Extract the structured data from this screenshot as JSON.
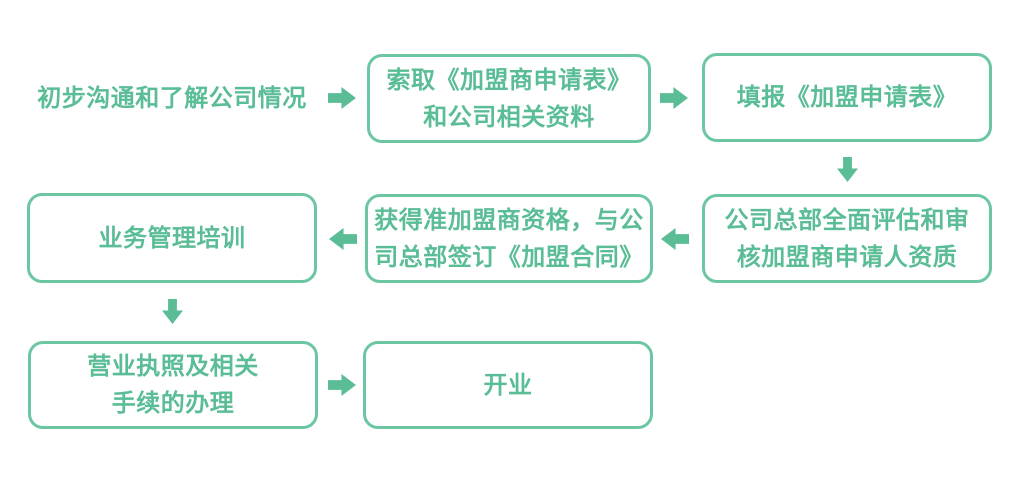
{
  "flowchart": {
    "accent_color": "#5abd95",
    "box_border_color": "#6cc6a1",
    "background_color": "#ffffff",
    "steps": [
      {
        "label": "初步沟通和了解公司情况",
        "boxed": false
      },
      {
        "label": "索取《加盟商申请表》\n和公司相关资料",
        "boxed": true
      },
      {
        "label": "填报《加盟申请表》",
        "boxed": true
      },
      {
        "label": "公司总部全面评估和审\n核加盟商申请人资质",
        "boxed": true
      },
      {
        "label": "获得准加盟商资格，与公\n司总部签订《加盟合同》",
        "boxed": true
      },
      {
        "label": "业务管理培训",
        "boxed": true
      },
      {
        "label": "营业执照及相关\n手续的办理",
        "boxed": true
      },
      {
        "label": "开业",
        "boxed": true
      }
    ],
    "connections": [
      {
        "from": 0,
        "to": 1,
        "direction": "right"
      },
      {
        "from": 1,
        "to": 2,
        "direction": "right"
      },
      {
        "from": 2,
        "to": 3,
        "direction": "down"
      },
      {
        "from": 3,
        "to": 4,
        "direction": "left"
      },
      {
        "from": 4,
        "to": 5,
        "direction": "left"
      },
      {
        "from": 5,
        "to": 6,
        "direction": "down"
      },
      {
        "from": 6,
        "to": 7,
        "direction": "right"
      }
    ]
  }
}
